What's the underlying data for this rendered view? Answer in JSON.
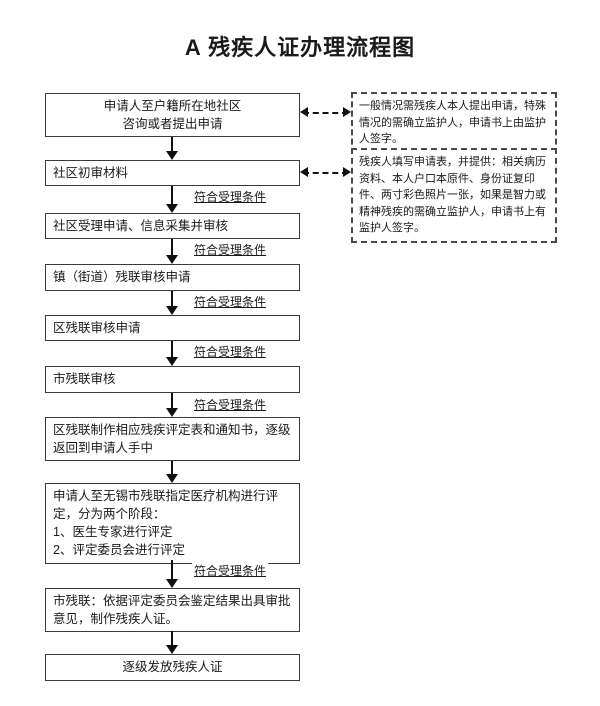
{
  "title": "A 残疾人证办理流程图",
  "condition_label": "符合受理条件",
  "steps": [
    {
      "text": "申请人至户籍所在地社区\n咨询或者提出申请"
    },
    {
      "text": "社区初审材料"
    },
    {
      "text": "社区受理申请、信息采集并审核"
    },
    {
      "text": "镇（街道）残联审核申请"
    },
    {
      "text": "区残联审核申请"
    },
    {
      "text": "市残联审核"
    },
    {
      "text": "区残联制作相应残疾评定表和通知书，逐级返回到申请人手中"
    },
    {
      "text": "申请人至无锡市残联指定医疗机构进行评定，分为两个阶段：\n1、医生专家进行评定\n2、评定委员会进行评定"
    },
    {
      "text": "市残联：依据评定委员会鉴定结果出具审批意见，制作残疾人证。"
    },
    {
      "text": "逐级发放残疾人证"
    }
  ],
  "notes": [
    {
      "text": "一般情况需残疾人本人提出申请，特殊情况的需确立监护人，申请书上由监护人签字。"
    },
    {
      "text": "残疾人填写申请表，并提供：相关病历资料、本人户口本原件、身份证复印件、两寸彩色照片一张，如果是智力或精神残疾的需确立监护人，申请书上有监护人签字。"
    }
  ]
}
